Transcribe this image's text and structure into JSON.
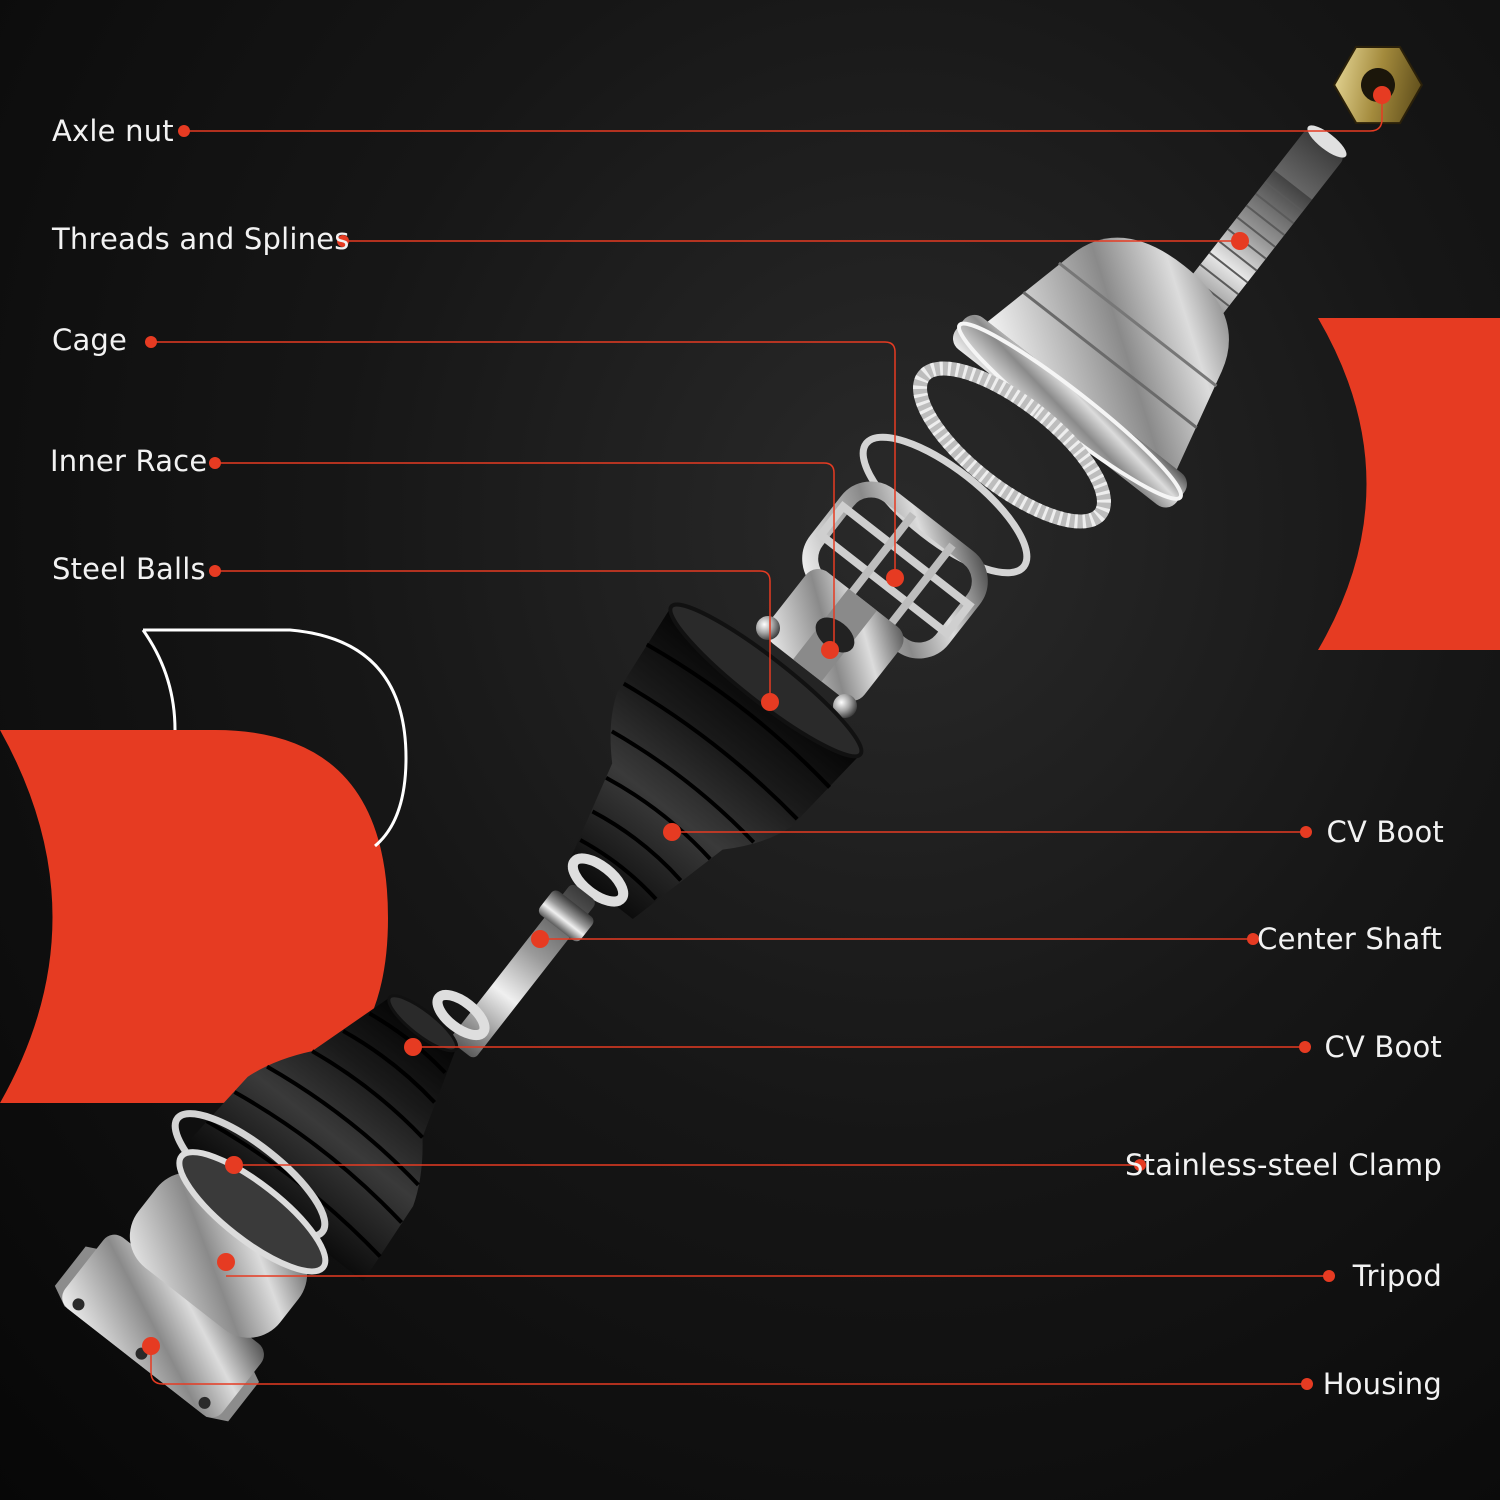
{
  "colors": {
    "accent": "#e63b22",
    "background": "#0d0d0d",
    "text": "#f2f2f2",
    "metal": "#c9c9c9",
    "rubber": "#1b1b1b"
  },
  "callouts_left": [
    {
      "id": "axle-nut",
      "label": "Axle nut"
    },
    {
      "id": "threads-and-splines",
      "label": "Threads and Splines"
    },
    {
      "id": "cage",
      "label": "Cage"
    },
    {
      "id": "inner-race",
      "label": "Inner Race"
    },
    {
      "id": "steel-balls",
      "label": "Steel Balls"
    }
  ],
  "callouts_right": [
    {
      "id": "cv-boot-outer",
      "label": "CV Boot"
    },
    {
      "id": "center-shaft",
      "label": "Center Shaft"
    },
    {
      "id": "cv-boot-inner",
      "label": "CV Boot"
    },
    {
      "id": "stainless-steel-clamp",
      "label": "Stainless-steel Clamp"
    },
    {
      "id": "tripod",
      "label": "Tripod"
    },
    {
      "id": "housing",
      "label": "Housing"
    }
  ]
}
